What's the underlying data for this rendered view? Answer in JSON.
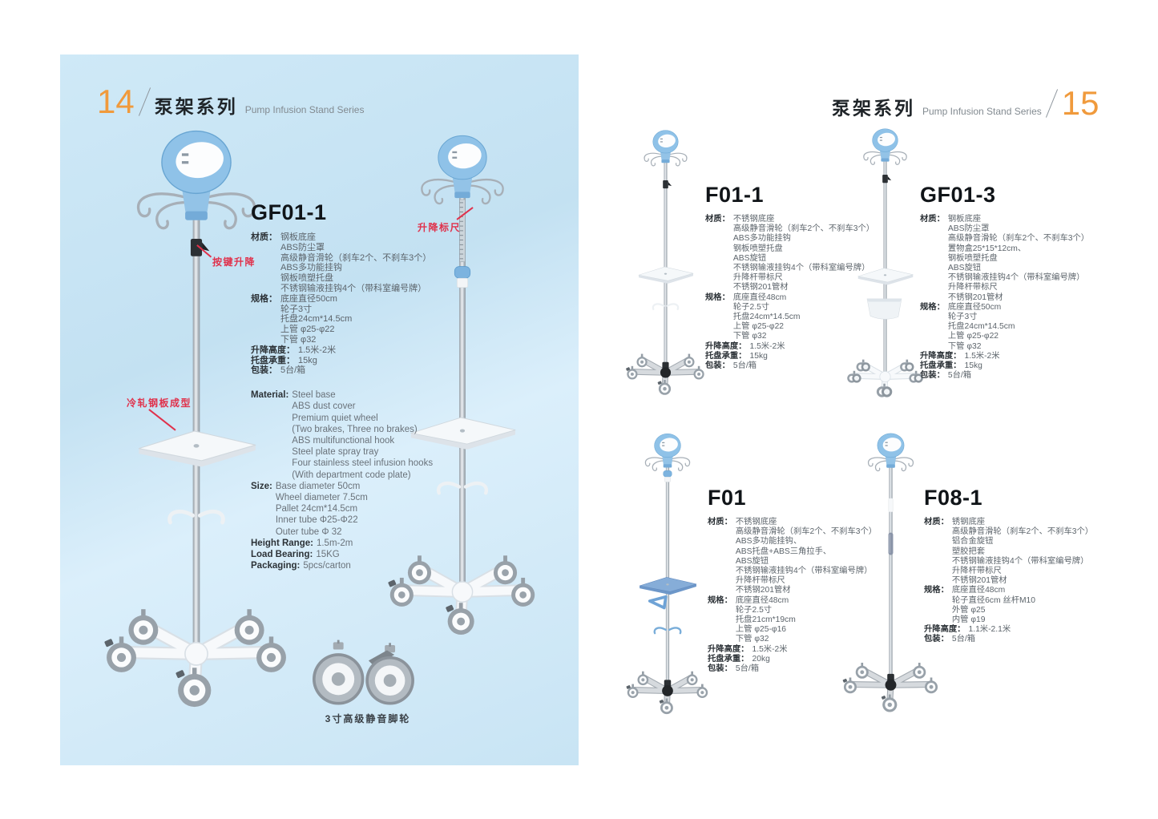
{
  "colors": {
    "accent_orange": "#f09a3c",
    "page_bg_blue": "#cbe6f5",
    "annotation_red": "#e0314b",
    "product_blue": "#8fc2e8"
  },
  "page_left": {
    "page_number": "14",
    "series_title_zh": "泵架系列",
    "series_title_en": "Pump Infusion Stand Series",
    "annotations": {
      "button_lift": "按键升降",
      "lift_scale": "升降标尺",
      "cold_rolled": "冷轧钢板成型"
    },
    "caster_caption": "3寸高级静音脚轮",
    "product": {
      "model": "GF01-1",
      "specs_zh": [
        {
          "label": "材质：",
          "lines": [
            "钢板底座",
            "ABS防尘罩",
            "高级静音滑轮（刹车2个、不刹车3个）",
            "ABS多功能挂钩",
            "钢板喷塑托盘",
            "不锈钢输液挂钩4个（带科室编号牌）"
          ]
        },
        {
          "label": "规格：",
          "lines": [
            "底座直径50cm",
            "轮子3寸",
            "托盘24cm*14.5cm",
            "上管 φ25-φ22",
            "下管 φ32"
          ]
        },
        {
          "label": "升降高度：",
          "lines": [
            "1.5米-2米"
          ]
        },
        {
          "label": "托盘承重：",
          "lines": [
            "15kg"
          ]
        },
        {
          "label": "包装：",
          "lines": [
            "5台/箱"
          ]
        }
      ],
      "specs_en": [
        {
          "label": "Material:",
          "lines": [
            "Steel base",
            "ABS dust cover",
            "Premium quiet wheel",
            "(Two brakes, Three no brakes)",
            "ABS multifunctional hook",
            "Steel plate spray tray",
            "Four stainless steel infusion hooks",
            "(With department code plate)"
          ]
        },
        {
          "label": "Size:",
          "lines": [
            "Base diameter 50cm",
            "Wheel diameter 7.5cm",
            "Pallet 24cm*14.5cm",
            "Inner tube Φ25-Φ22",
            "Outer tube Φ 32"
          ]
        },
        {
          "label": "Height Range:",
          "lines": [
            "1.5m-2m"
          ]
        },
        {
          "label": "Load Bearing:",
          "lines": [
            "15KG"
          ]
        },
        {
          "label": "Packaging:",
          "lines": [
            "5pcs/carton"
          ]
        }
      ]
    }
  },
  "page_right": {
    "page_number": "15",
    "series_title_zh": "泵架系列",
    "series_title_en": "Pump Infusion Stand Series",
    "products": [
      {
        "model": "F01-1",
        "specs": [
          {
            "label": "材质：",
            "lines": [
              "不锈钢底座",
              "高级静音滑轮（刹车2个、不刹车3个）",
              "ABS多功能挂钩",
              "钢板喷塑托盘",
              "ABS旋钮",
              "不锈钢输液挂钩4个（带科室编号牌）",
              "升降杆带标尺",
              "不锈钢201管材"
            ]
          },
          {
            "label": "规格：",
            "lines": [
              "底座直径48cm",
              "轮子2.5寸",
              "托盘24cm*14.5cm",
              "上管 φ25-φ22",
              "下管 φ32"
            ]
          },
          {
            "label": "升降高度：",
            "lines": [
              "1.5米-2米"
            ]
          },
          {
            "label": "托盘承重：",
            "lines": [
              "15kg"
            ]
          },
          {
            "label": "包装：",
            "lines": [
              "5台/箱"
            ]
          }
        ]
      },
      {
        "model": "GF01-3",
        "specs": [
          {
            "label": "材质：",
            "lines": [
              "钢板底座",
              "ABS防尘罩",
              "高级静音滑轮（刹车2个、不刹车3个）",
              "置物盒25*15*12cm、",
              "钢板喷塑托盘",
              "ABS旋钮",
              "不锈钢输液挂钩4个（带科室编号牌）",
              "升降杆带标尺",
              "不锈钢201管材"
            ]
          },
          {
            "label": "规格：",
            "lines": [
              "底座直径50cm",
              "轮子3寸",
              "托盘24cm*14.5cm",
              "上管 φ25-φ22",
              "下管 φ32"
            ]
          },
          {
            "label": "升降高度：",
            "lines": [
              "1.5米-2米"
            ]
          },
          {
            "label": "托盘承重：",
            "lines": [
              "15kg"
            ]
          },
          {
            "label": "包装：",
            "lines": [
              "5台/箱"
            ]
          }
        ]
      },
      {
        "model": "F01",
        "specs": [
          {
            "label": "材质：",
            "lines": [
              "不锈钢底座",
              "高级静音滑轮（刹车2个、不刹车3个）",
              "ABS多功能挂钩、",
              "ABS托盘+ABS三角拉手、",
              "ABS旋钮",
              "不锈钢输液挂钩4个（带科室编号牌）",
              "升降杆带标尺",
              "不锈钢201管材"
            ]
          },
          {
            "label": "规格：",
            "lines": [
              "底座直径48cm",
              "轮子2.5寸",
              "托盘21cm*19cm",
              "上管 φ25-φ16",
              "下管 φ32"
            ]
          },
          {
            "label": "升降高度：",
            "lines": [
              "1.5米-2米"
            ]
          },
          {
            "label": "托盘承重：",
            "lines": [
              "20kg"
            ]
          },
          {
            "label": "包装：",
            "lines": [
              "5台/箱"
            ]
          }
        ]
      },
      {
        "model": "F08-1",
        "specs": [
          {
            "label": "材质：",
            "lines": [
              "锈钢底座",
              "高级静音滑轮（刹车2个、不刹车3个）",
              "铝合金旋钮",
              "塑胶把套",
              "不锈钢输液挂钩4个（带科室编号牌）",
              "升降杆带标尺",
              "不锈钢201管材"
            ]
          },
          {
            "label": "规格：",
            "lines": [
              "底座直径48cm",
              "轮子直径6cm  丝杆M10",
              "外管 φ25",
              "内管 φ19"
            ]
          },
          {
            "label": "升降高度：",
            "lines": [
              "1.1米-2.1米"
            ]
          },
          {
            "label": "包装：",
            "lines": [
              "5台/箱"
            ]
          }
        ]
      }
    ]
  }
}
